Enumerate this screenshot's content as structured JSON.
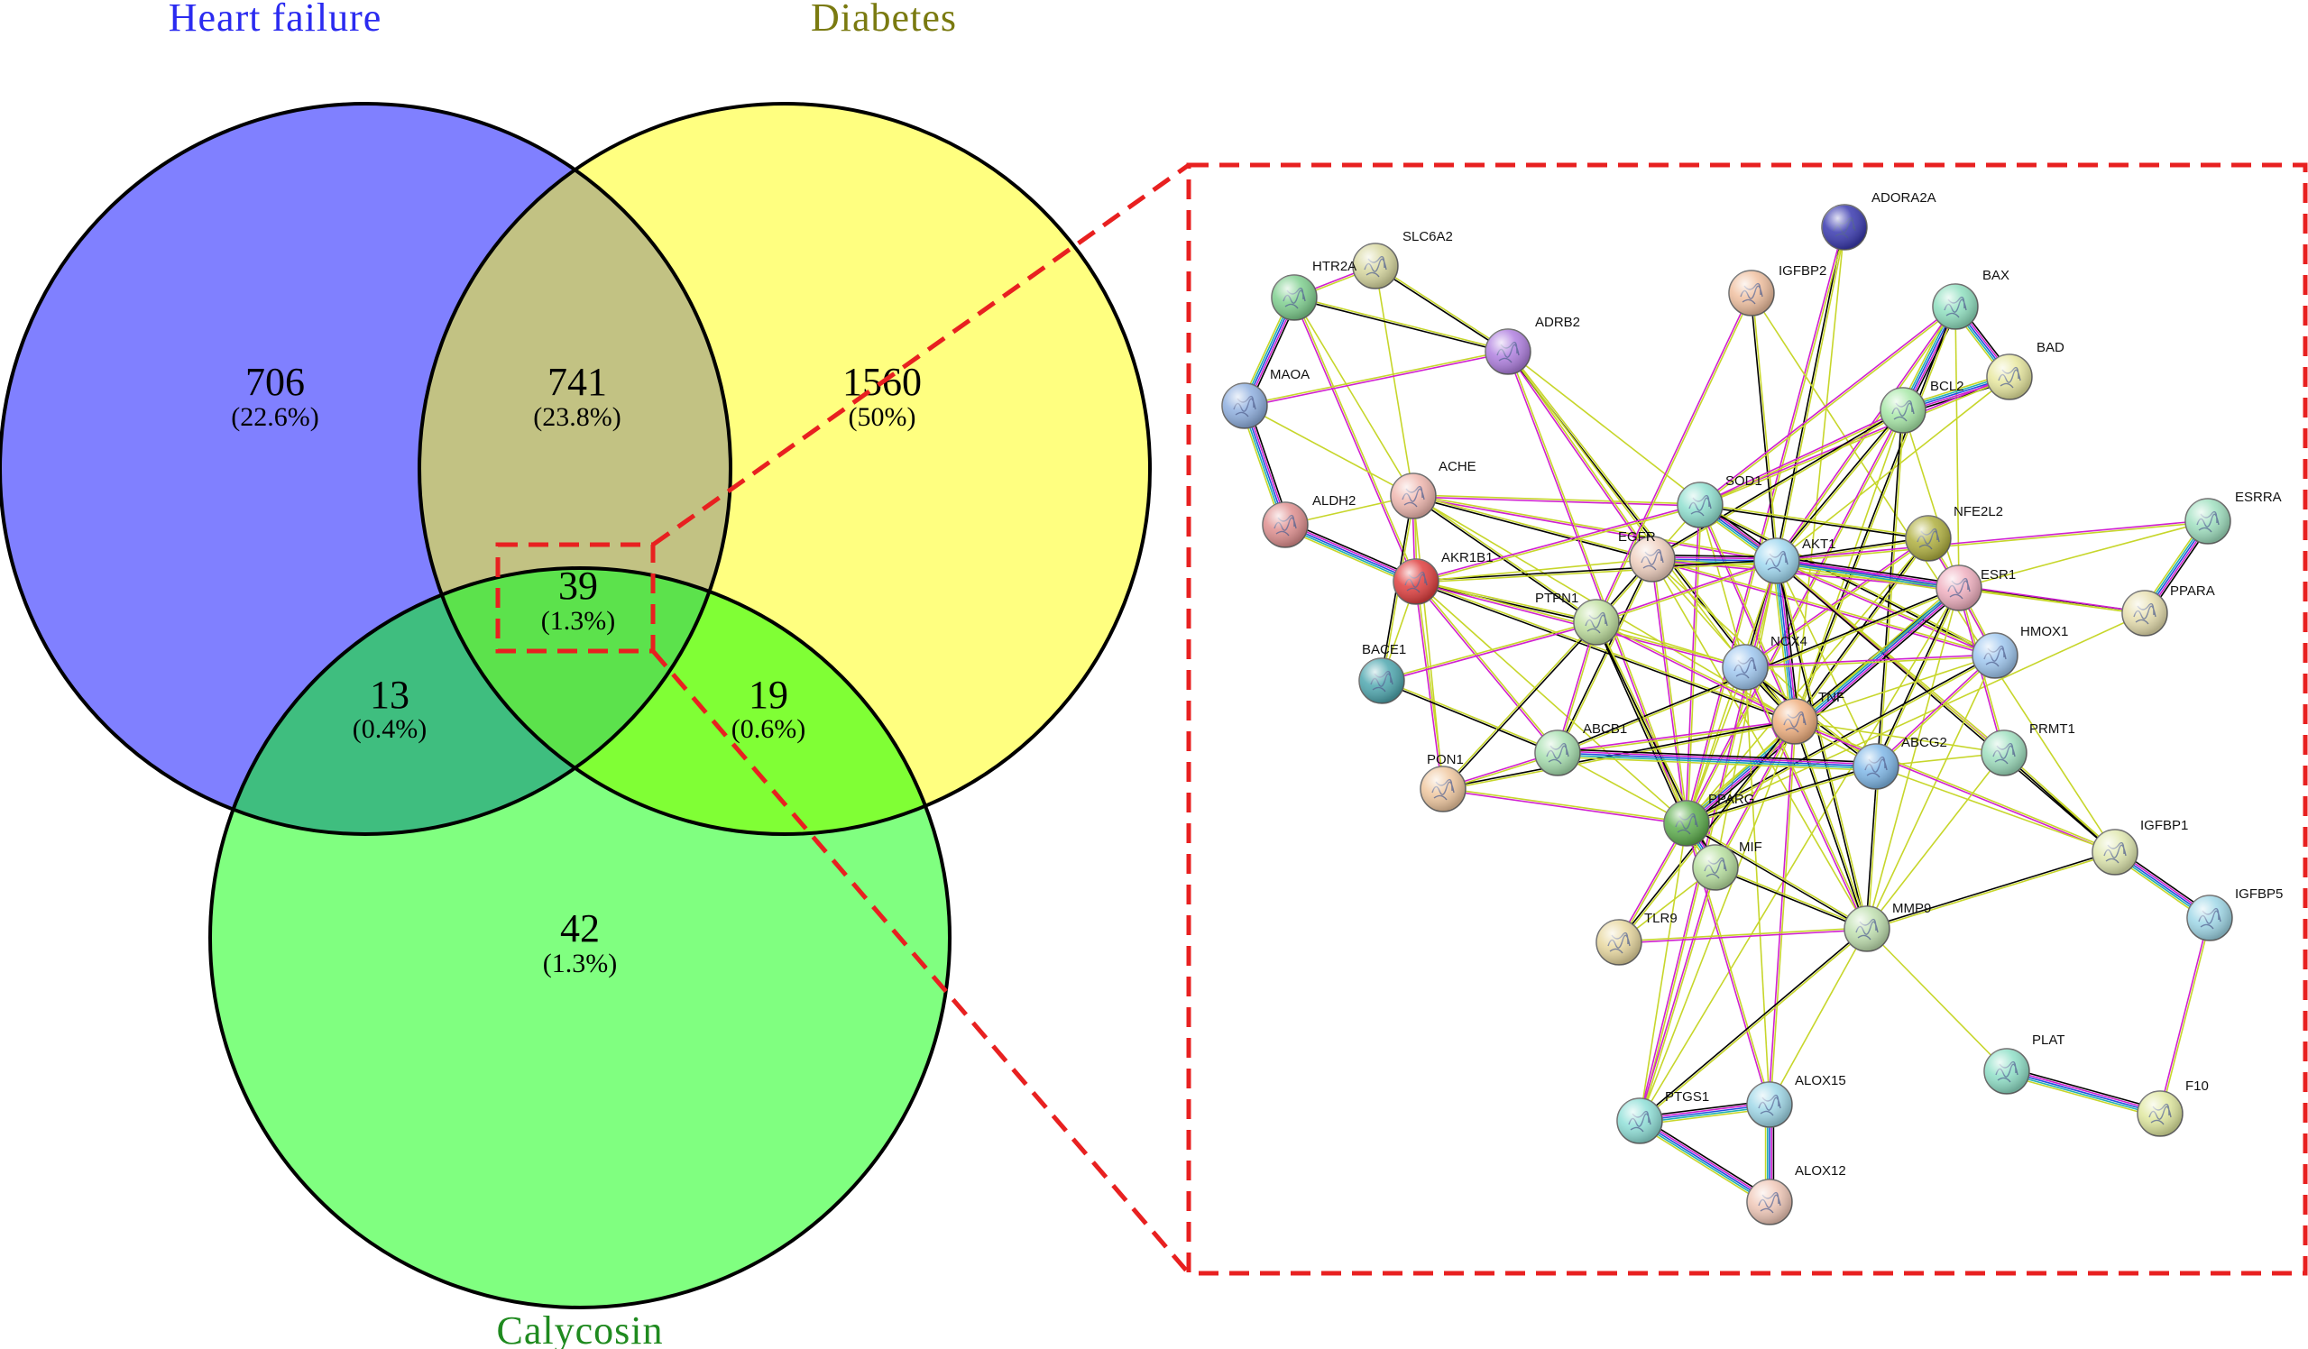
{
  "venn": {
    "sets": [
      {
        "key": "hf",
        "label": "Heart failure",
        "fill": "#8080ff",
        "label_color": "#2a2af0"
      },
      {
        "key": "dm",
        "label": "Diabetes",
        "fill": "#ffff80",
        "label_color": "#7a7a10"
      },
      {
        "key": "ca",
        "label": "Calycosin",
        "fill": "#80ff80",
        "label_color": "#1f8a1f"
      }
    ],
    "regions": [
      {
        "key": "hf_only",
        "count": "706",
        "pct": "(22.6%)",
        "fill": "#8080ff"
      },
      {
        "key": "hf_dm",
        "count": "741",
        "pct": "(23.8%)",
        "fill": "#c2c283"
      },
      {
        "key": "dm_only",
        "count": "1560",
        "pct": "(50%)",
        "fill": "#ffff80"
      },
      {
        "key": "all",
        "count": "39",
        "pct": "(1.3%)",
        "fill": "#5ce24c"
      },
      {
        "key": "hf_ca",
        "count": "13",
        "pct": "(0.4%)",
        "fill": "#3fbe7f"
      },
      {
        "key": "dm_ca",
        "count": "19",
        "pct": "(0.6%)",
        "fill": "#80ff35"
      },
      {
        "key": "ca_only",
        "count": "42",
        "pct": "(1.3%)",
        "fill": "#80ff80"
      }
    ],
    "highlight_color": "#e82020"
  },
  "network": {
    "edge_colors": [
      "#c7d62b",
      "#000000",
      "#d020d0",
      "#2050e0",
      "#20b0b0"
    ],
    "nodes": [
      {
        "id": "ADORA2A",
        "color": "#3a3ab0"
      },
      {
        "id": "SLC6A2",
        "color": "#d8d8a0"
      },
      {
        "id": "HTR2A",
        "color": "#80d090"
      },
      {
        "id": "IGFBP2",
        "color": "#f0c0a0"
      },
      {
        "id": "BAX",
        "color": "#90e0c0"
      },
      {
        "id": "ADRB2",
        "color": "#b080e0"
      },
      {
        "id": "BAD",
        "color": "#e8e8a0"
      },
      {
        "id": "MAOA",
        "color": "#90b0e0"
      },
      {
        "id": "BCL2",
        "color": "#a8e8a8"
      },
      {
        "id": "ACHE",
        "color": "#f0b8b0"
      },
      {
        "id": "SOD1",
        "color": "#90e0d0"
      },
      {
        "id": "NFE2L2",
        "color": "#b0b040"
      },
      {
        "id": "ESRRA",
        "color": "#a0e0c0"
      },
      {
        "id": "ALDH2",
        "color": "#e09090"
      },
      {
        "id": "EGFR",
        "color": "#f0d0c0"
      },
      {
        "id": "AKT1",
        "color": "#a0d8f0"
      },
      {
        "id": "AKR1B1",
        "color": "#e04040"
      },
      {
        "id": "ESR1",
        "color": "#f0b0c0"
      },
      {
        "id": "PPARA",
        "color": "#e8e0b0"
      },
      {
        "id": "PTPN1",
        "color": "#c0e0a0"
      },
      {
        "id": "HMOX1",
        "color": "#a0c8f0"
      },
      {
        "id": "NOX4",
        "color": "#a0c8f0"
      },
      {
        "id": "BACE1",
        "color": "#50a8b0"
      },
      {
        "id": "TNF",
        "color": "#f0b080"
      },
      {
        "id": "ABCB1",
        "color": "#a8e0b0"
      },
      {
        "id": "ABCG2",
        "color": "#80b8e8"
      },
      {
        "id": "PRMT1",
        "color": "#a0e0c0"
      },
      {
        "id": "PON1",
        "color": "#f0c8a0"
      },
      {
        "id": "PPARG",
        "color": "#60b050"
      },
      {
        "id": "MIF",
        "color": "#b8e0a0"
      },
      {
        "id": "IGFBP1",
        "color": "#e0e8b0"
      },
      {
        "id": "IGFBP5",
        "color": "#a0d8e8"
      },
      {
        "id": "TLR9",
        "color": "#e8d8a0"
      },
      {
        "id": "MMP9",
        "color": "#c0e0b0"
      },
      {
        "id": "PLAT",
        "color": "#90e0c8"
      },
      {
        "id": "PTGS1",
        "color": "#90e0d8"
      },
      {
        "id": "ALOX15",
        "color": "#a0d8e8"
      },
      {
        "id": "F10",
        "color": "#e0e8a0"
      },
      {
        "id": "ALOX12",
        "color": "#f0c8b8"
      }
    ]
  }
}
